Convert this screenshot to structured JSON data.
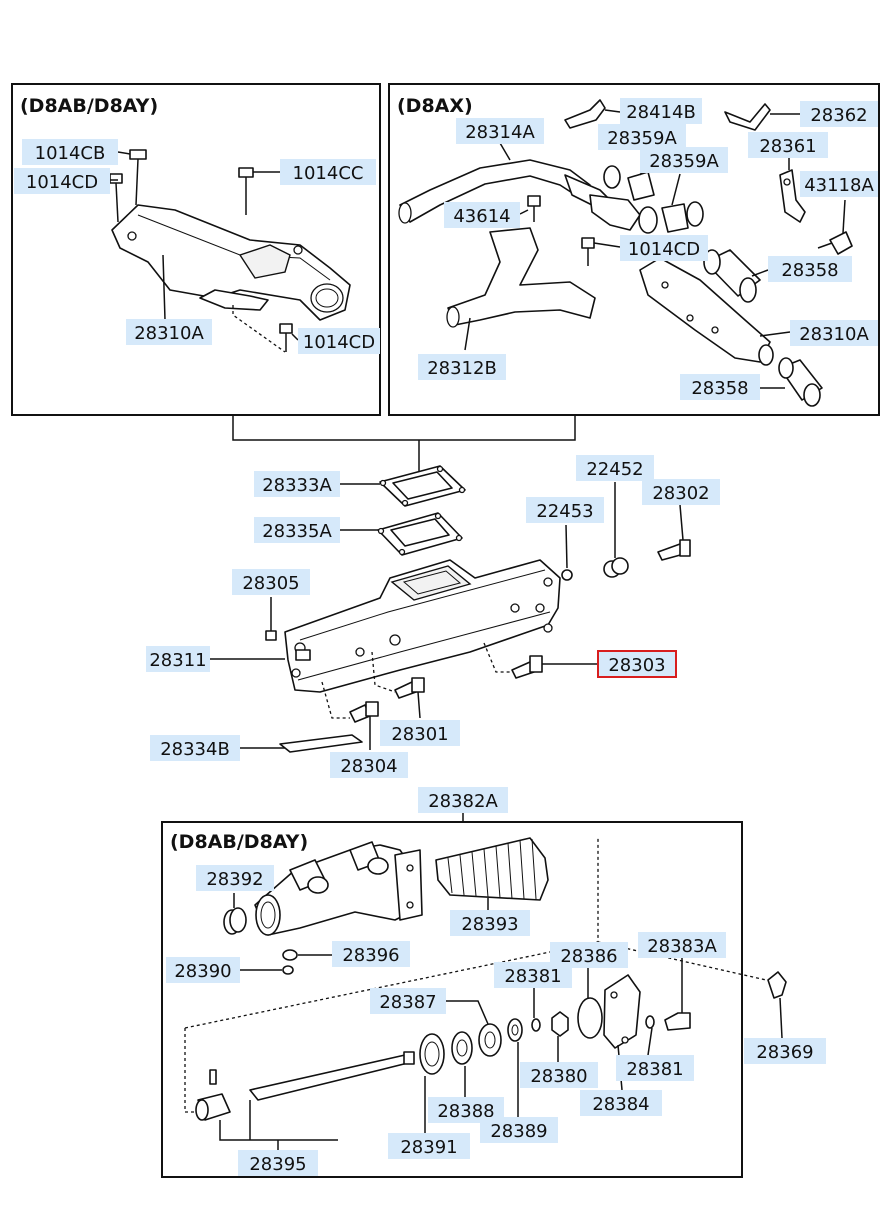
{
  "sections": {
    "top_left": "(D8AB/D8AY)",
    "top_right": "(D8AX)",
    "bottom": "(D8AB/D8AY)"
  },
  "highlight_color": "#d81e1e",
  "label_color": "#d6e9fa",
  "callouts": [
    {
      "id": "1014CB_a",
      "text": "1014CB"
    },
    {
      "id": "1014CD_a",
      "text": "1014CD"
    },
    {
      "id": "1014CC",
      "text": "1014CC"
    },
    {
      "id": "28310A_a",
      "text": "28310A"
    },
    {
      "id": "1014CD_b",
      "text": "1014CD"
    },
    {
      "id": "28414B",
      "text": "28414B"
    },
    {
      "id": "28362",
      "text": "28362"
    },
    {
      "id": "28314A",
      "text": "28314A"
    },
    {
      "id": "28359A_a",
      "text": "28359A"
    },
    {
      "id": "28361",
      "text": "28361"
    },
    {
      "id": "28359A_b",
      "text": "28359A"
    },
    {
      "id": "43118A",
      "text": "43118A"
    },
    {
      "id": "43614",
      "text": "43614"
    },
    {
      "id": "1014CD_c",
      "text": "1014CD"
    },
    {
      "id": "28358_a",
      "text": "28358"
    },
    {
      "id": "28310A_b",
      "text": "28310A"
    },
    {
      "id": "28312B",
      "text": "28312B"
    },
    {
      "id": "28358_b",
      "text": "28358"
    },
    {
      "id": "22452",
      "text": "22452"
    },
    {
      "id": "28333A",
      "text": "28333A"
    },
    {
      "id": "28302",
      "text": "28302"
    },
    {
      "id": "22453",
      "text": "22453"
    },
    {
      "id": "28335A",
      "text": "28335A"
    },
    {
      "id": "28305",
      "text": "28305"
    },
    {
      "id": "28311",
      "text": "28311"
    },
    {
      "id": "28303",
      "text": "28303",
      "highlighted": true
    },
    {
      "id": "28301",
      "text": "28301"
    },
    {
      "id": "28334B",
      "text": "28334B"
    },
    {
      "id": "28304",
      "text": "28304"
    },
    {
      "id": "28382A",
      "text": "28382A"
    },
    {
      "id": "28392",
      "text": "28392"
    },
    {
      "id": "28393",
      "text": "28393"
    },
    {
      "id": "28396",
      "text": "28396"
    },
    {
      "id": "28386",
      "text": "28386"
    },
    {
      "id": "28383A",
      "text": "28383A"
    },
    {
      "id": "28390",
      "text": "28390"
    },
    {
      "id": "28381_a",
      "text": "28381"
    },
    {
      "id": "28387",
      "text": "28387"
    },
    {
      "id": "28369",
      "text": "28369"
    },
    {
      "id": "28380",
      "text": "28380"
    },
    {
      "id": "28381_b",
      "text": "28381"
    },
    {
      "id": "28388",
      "text": "28388"
    },
    {
      "id": "28384",
      "text": "28384"
    },
    {
      "id": "28389",
      "text": "28389"
    },
    {
      "id": "28391",
      "text": "28391"
    },
    {
      "id": "28395",
      "text": "28395"
    }
  ]
}
